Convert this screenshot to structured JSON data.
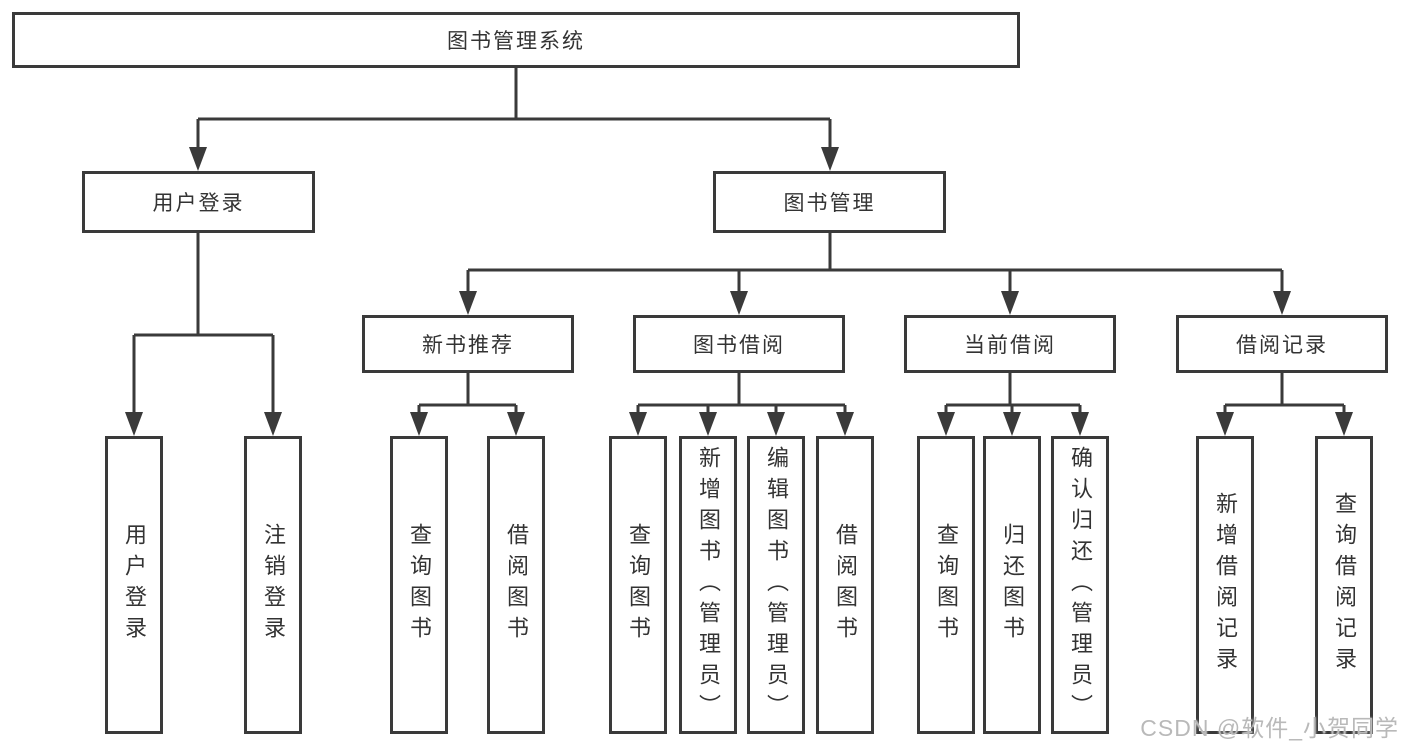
{
  "tree": {
    "root": {
      "label": "图书管理系统",
      "children": [
        {
          "label": "用户登录",
          "children": [
            {
              "label": "用户登录"
            },
            {
              "label": "注销登录"
            }
          ]
        },
        {
          "label": "图书管理",
          "children": [
            {
              "label": "新书推荐",
              "children": [
                {
                  "label": "查询图书"
                },
                {
                  "label": "借阅图书"
                }
              ]
            },
            {
              "label": "图书借阅",
              "children": [
                {
                  "label": "查询图书"
                },
                {
                  "label": "新增图书（管理员）"
                },
                {
                  "label": "编辑图书（管理员）"
                },
                {
                  "label": "借阅图书"
                }
              ]
            },
            {
              "label": "当前借阅",
              "children": [
                {
                  "label": "查询图书"
                },
                {
                  "label": "归还图书"
                },
                {
                  "label": "确认归还（管理员）"
                }
              ]
            },
            {
              "label": "借阅记录",
              "children": [
                {
                  "label": "新增借阅记录"
                },
                {
                  "label": "查询借阅记录"
                }
              ]
            }
          ]
        }
      ]
    }
  },
  "watermark": {
    "text": "CSDN @软件_小贺同学"
  },
  "colors": {
    "line": "#3a3a3a",
    "box_border": "#3a3a3a",
    "text": "#333333",
    "watermark": "#b9b9b9",
    "background": "#ffffff"
  }
}
